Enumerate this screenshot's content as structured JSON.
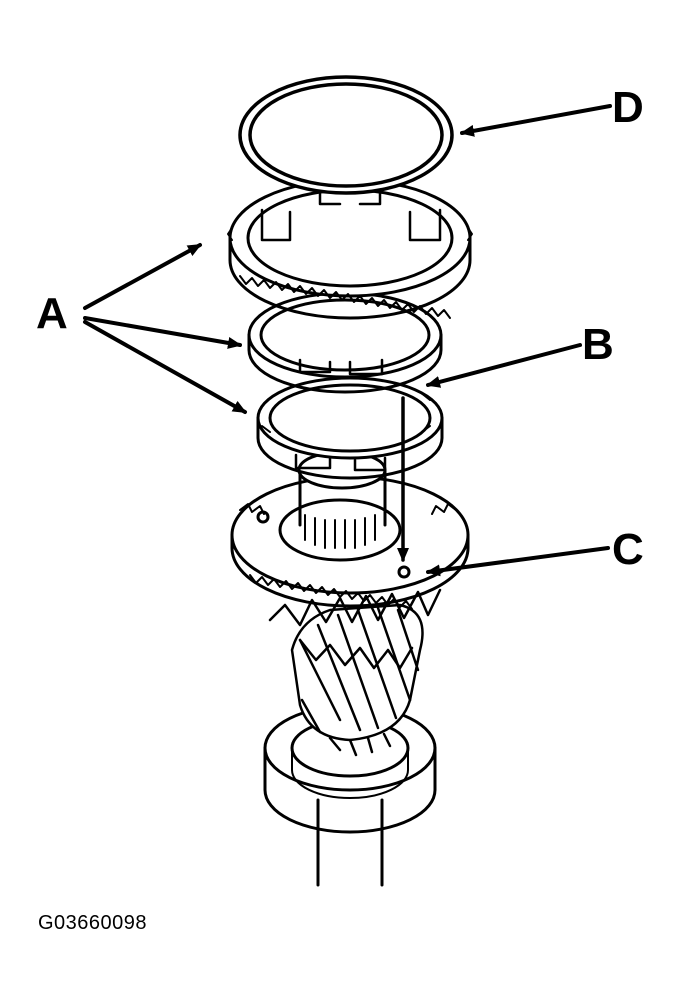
{
  "callouts": {
    "a": "A",
    "b": "B",
    "c": "C",
    "d": "D"
  },
  "figure_code": "G03660098",
  "colors": {
    "ink": "#000000",
    "paper": "#ffffff"
  }
}
